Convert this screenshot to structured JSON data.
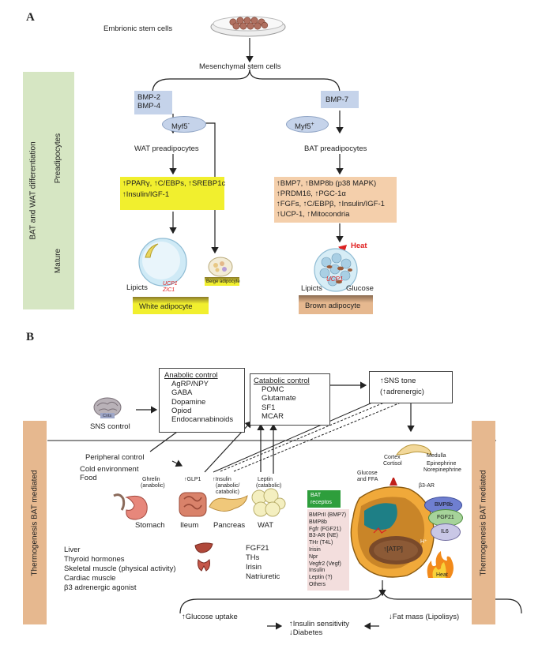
{
  "panel_a": {
    "letter": "A",
    "top": {
      "embryonic": "Embrionic stem cells",
      "mesenchymal": "Mesenchymal stem cells"
    },
    "side": {
      "title": "BAT and WAT differentiation",
      "preadipocytes": "Preadipocytes",
      "mature": "Mature"
    },
    "left": {
      "bmp_line1": "BMP-2",
      "bmp_line2": "BMP-4",
      "myf5": "Myf5",
      "myf5_sup": "-",
      "wat_pre": "WAT preadipocytes",
      "factors": [
        "↑PPARγ, ↑C/EBPs, ↑SREBP1c",
        "↑Insulin/IGF-1"
      ],
      "lipicts": "Lipicts",
      "ucp1": "UCP1",
      "zic1": "ZIC1",
      "white": "White adipocyte",
      "beige": "Beige adipocyte"
    },
    "right": {
      "bmp7": "BMP-7",
      "myf5": "Myf5",
      "myf5_sup": "+",
      "bat_pre": "BAT preadipocytes",
      "factors": [
        "↑BMP7, ↑BMP8b (p38 MAPK)",
        "↑PRDM16, ↑PGC-1α",
        "↑FGFs, ↑C/EBPβ, ↑Insulin/IGF-1",
        "↑UCP-1, ↑Mitocondria"
      ],
      "heat": "Heat",
      "lipicts": "Lipicts",
      "ucp1": "UCP1",
      "glucose": "Glucose",
      "brown": "Brown adipocyte"
    }
  },
  "panel_b": {
    "letter": "B",
    "sns_control": "SNS control",
    "brain_label": "Cnts",
    "anabolic": {
      "title": "Anabolic control",
      "items": [
        "AgRP/NPY",
        "GABA",
        "Dopamine",
        "Opiod",
        "Endocannabinoids"
      ]
    },
    "catabolic": {
      "title": "Catabolic control",
      "items": [
        "POMC",
        "Glutamate",
        "SF1",
        "MCAR"
      ]
    },
    "sns_tone": [
      "↑SNS tone",
      "(↑adrenergic)"
    ],
    "side_left": "Thermogenesis BAT mediated",
    "side_right": "Thermogenesis BAT mediated",
    "peripheral": "Peripheral control",
    "cold": "Cold environment",
    "food": "Food",
    "ghrelin": [
      "Ghrelin",
      "(anabolic)"
    ],
    "glp1": "↑GLP1",
    "insulin": [
      "↑Insulin",
      "(anabolic/",
      "catabolic)"
    ],
    "leptin": [
      "Leptin",
      "(catabolic)"
    ],
    "organs": [
      "Stomach",
      "Ileum",
      "Pancreas",
      "WAT"
    ],
    "cortex": [
      "Cortex",
      "Cortisol"
    ],
    "medulla": [
      "Medulla",
      "Epinephrine",
      "Norepinephrine"
    ],
    "glucose_ffa": [
      "Glucose",
      "and FFA"
    ],
    "b3ar": "β3-AR",
    "receptors_title": [
      "BAT",
      "receptos"
    ],
    "receptors": [
      "BMPrII (BMP7)",
      "BMP8b",
      "Fgfr (FGF21)",
      "B3-AR (NE)",
      "THr (T4L)",
      "Irisin",
      "Npr",
      "Vegfr2 (Vegf)",
      "Insulin",
      "Leptin (?)",
      "Others"
    ],
    "signals": [
      "BMP8b",
      "FGF21",
      "IL6"
    ],
    "atp": "↑[ATP]",
    "h_plus": "H⁺",
    "heat": "Heat",
    "peripheral_list": [
      "Liver",
      "Thyroid hormones",
      "Skeletal muscle (physical activity)",
      "Cardiac muscle",
      "β3 adrenergic agonist"
    ],
    "hormones": [
      "FGF21",
      "THs",
      "Irisin",
      "Natriuretic"
    ],
    "outcomes": {
      "glucose_uptake": "↑Glucose uptake",
      "insulin_sens": "↑Insulin sensitivity",
      "diabetes": "↓Diabetes",
      "fat_mass": "↓Fat mass (Lipolisys)"
    }
  },
  "colors": {
    "side_green": "#d6e6c3",
    "bmp_blue": "#c5d3ea",
    "yellow": "#f1ef2e",
    "peach": "#f4cfab",
    "tan_bar": "#e6b88f",
    "ucp_red": "#e02020",
    "receptor_green": "#2e9e3c",
    "receptor_pink": "#f3dedd"
  }
}
